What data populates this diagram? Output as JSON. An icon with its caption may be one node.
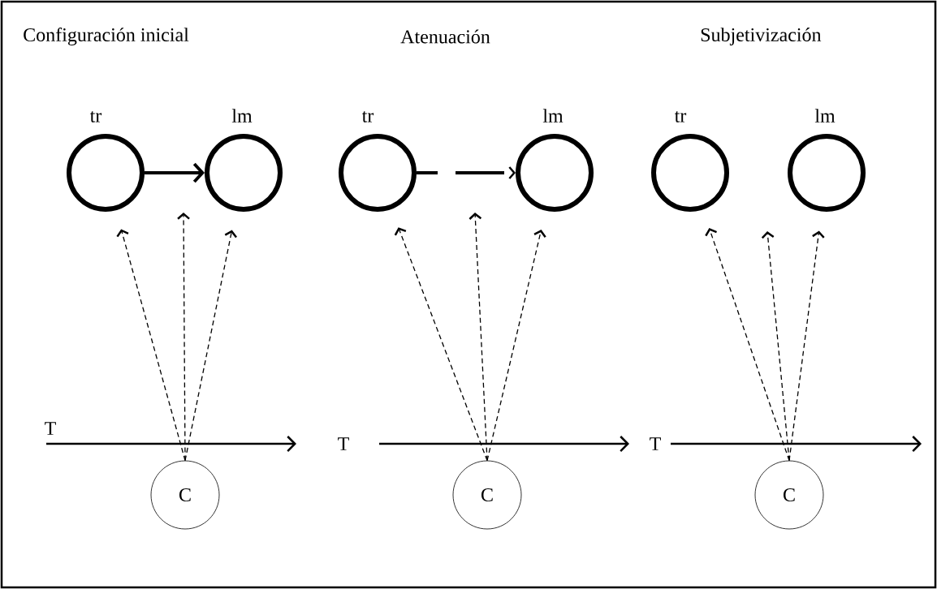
{
  "diagram": {
    "nodes": [
      {
        "text": [],
        "shape": "circle",
        "beside": [
          "tr"
        ]
      },
      {
        "text": [],
        "shape": "circle",
        "beside": [
          "lm"
        ]
      },
      {
        "text": [
          "C"
        ]
      },
      {
        "text": [],
        "shape": "circle",
        "beside": [
          "tr"
        ]
      },
      {
        "text": [],
        "shape": "circle",
        "beside": [
          "lm"
        ]
      },
      {
        "text": [
          "C"
        ]
      },
      {
        "text": [],
        "shape": "circle",
        "beside": [
          "tr"
        ]
      },
      {
        "text": [],
        "shape": "circle",
        "beside": [
          "lm"
        ]
      },
      {
        "text": [
          "C"
        ]
      }
    ],
    "edges": [
      {
        "from": 0,
        "to": 1,
        "arrow": "to",
        "style": "thick"
      },
      {
        "from": 2,
        "to": 0,
        "arrow": "to",
        "style": "dashed"
      },
      {
        "from": 2,
        "to": null,
        "arrow": "to",
        "style": "dashed"
      },
      {
        "from": 2,
        "to": 1,
        "arrow": "to",
        "style": "dashed"
      },
      {
        "from": 3,
        "to": 4,
        "arrow": "to",
        "style": "dashed"
      },
      {
        "from": 5,
        "to": 3,
        "arrow": "to",
        "style": "dashed"
      },
      {
        "from": 5,
        "to": null,
        "arrow": "to",
        "style": "dashed"
      },
      {
        "from": 5,
        "to": 4,
        "arrow": "to",
        "style": "dashed"
      },
      {
        "from": 8,
        "to": 6,
        "arrow": "to",
        "style": "dashed"
      },
      {
        "from": 8,
        "to": null,
        "arrow": "to",
        "style": "dashed"
      },
      {
        "from": 8,
        "to": 7,
        "arrow": "to",
        "style": "dashed"
      }
    ],
    "labels": [
      "Configuración inicial",
      "Atenuación",
      "Subjetivización",
      "T",
      "T",
      "T"
    ]
  }
}
